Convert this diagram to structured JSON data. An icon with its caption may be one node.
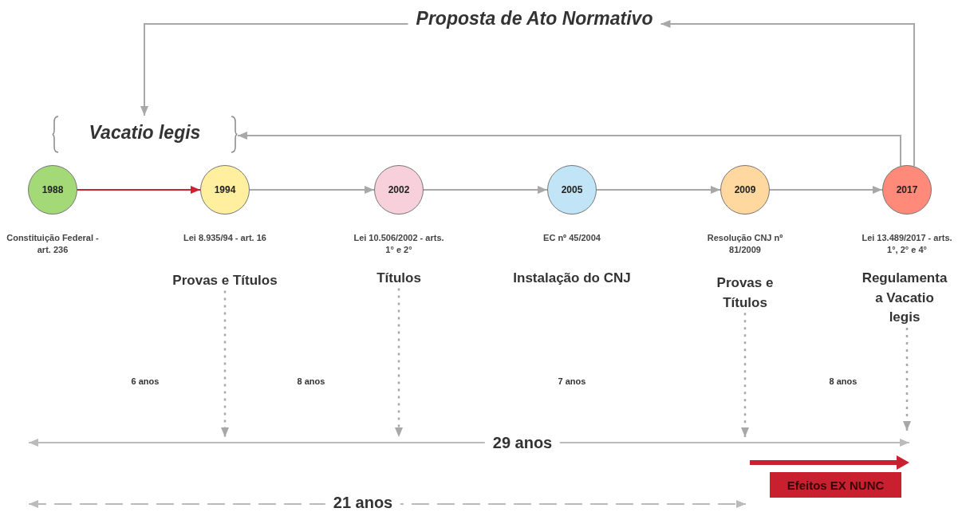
{
  "diagram": {
    "nodes": [
      {
        "text": [
          "Proposta de Ato Normativo"
        ]
      },
      {
        "text": [
          "Vacatio legis"
        ]
      },
      {
        "text": [
          "1988"
        ],
        "beside": [
          "Constituição Federal - art. 236"
        ]
      },
      {
        "text": [
          "1994"
        ],
        "beside": [
          "Lei 8.935/94 - art. 16"
        ]
      },
      {
        "text": [
          "2002"
        ],
        "beside": [
          "Lei 10.506/2002 - arts. 1° e 2°"
        ]
      },
      {
        "text": [
          "2005"
        ],
        "beside": [
          "EC nº 45/2004"
        ]
      },
      {
        "text": [
          "2009"
        ],
        "beside": [
          "Resolução CNJ nº 81/2009"
        ]
      },
      {
        "text": [
          "2017"
        ],
        "beside": [
          "Lei 13.489/2017 - arts. 1°, 2° e 4°"
        ]
      },
      {
        "text": [
          "Provas e Títulos"
        ]
      },
      {
        "text": [
          "Títulos"
        ]
      },
      {
        "text": [
          "Instalação do CNJ"
        ]
      },
      {
        "text": [
          "Provas e Títulos"
        ]
      },
      {
        "text": [
          "Regulamenta a Vacatio legis"
        ]
      },
      {
        "text": [
          "Efeitos EX NUNC"
        ]
      }
    ],
    "edges": [
      {
        "from": 0,
        "to": 1,
        "arrow": "to"
      },
      {
        "from": 2,
        "to": 3,
        "arrow": "to",
        "color": "#cc2233"
      },
      {
        "from": 3,
        "to": 4,
        "arrow": "to"
      },
      {
        "from": 4,
        "to": 5,
        "arrow": "to"
      },
      {
        "from": 5,
        "to": 6,
        "arrow": "to"
      },
      {
        "from": 6,
        "to": 7,
        "arrow": "to"
      },
      {
        "from": 7,
        "to": 1,
        "arrow": "to"
      },
      {
        "from": 7,
        "to": 0,
        "arrow": "to"
      },
      {
        "from": 8,
        "to": null,
        "arrow": "to",
        "style": "dashed"
      },
      {
        "from": 9,
        "to": null,
        "arrow": "to",
        "style": "dashed"
      },
      {
        "from": 11,
        "to": null,
        "arrow": "to",
        "style": "dashed"
      },
      {
        "from": 12,
        "to": null,
        "arrow": "to",
        "style": "dashed"
      }
    ],
    "labels": [
      "6 anos",
      "8 anos",
      "7 anos",
      "8 anos",
      "29 anos",
      "21 anos"
    ]
  }
}
